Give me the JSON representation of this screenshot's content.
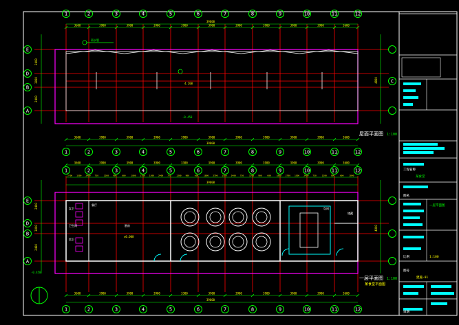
{
  "drawing": {
    "axes_top": [
      "1",
      "2",
      "3",
      "4",
      "5",
      "6",
      "7",
      "8",
      "9",
      "10",
      "11",
      "12"
    ],
    "axes_side": [
      "E",
      "D",
      "B",
      "A"
    ],
    "axis_c": "C",
    "dims_top": [
      "3600",
      "3900",
      "3900",
      "3900",
      "3900",
      "3900",
      "3900",
      "3900",
      "3900",
      "3900",
      "3600"
    ],
    "overall_dim": "39600",
    "dims_bottom": [
      "3600",
      "3900",
      "3900",
      "3900",
      "3300",
      "3900",
      "3900",
      "3900",
      "3900",
      "3900",
      "3600"
    ],
    "side_dims": [
      "2400",
      "3000",
      "2400",
      "4800"
    ],
    "roof_title": "屋面平面图",
    "roof_scale": "1:100",
    "plan_title": "一层平面图",
    "plan_scale": "1:100",
    "room_labels": [
      "厨房",
      "餐厅",
      "包间",
      "卫生间",
      "男卫",
      "女卫",
      "储藏"
    ],
    "level_roof": "4.200",
    "level_floor": "±0.000",
    "level_outdoor": "-0.450",
    "small_dims": [
      "2700",
      "1500",
      "2400",
      "750",
      "1200",
      "900",
      "600",
      "1800"
    ],
    "note_drain": "雨水管",
    "sheet_title": "某食堂平面图"
  },
  "titleblock": {
    "project_label": "工程名称",
    "project_name": "某食堂",
    "drawing_name_label": "图名",
    "drawing_name": "一层平面图",
    "sheet_label": "图号",
    "sheet_no": "建施-01",
    "date_label": "日期",
    "scale_label": "比例",
    "scale": "1:100"
  }
}
